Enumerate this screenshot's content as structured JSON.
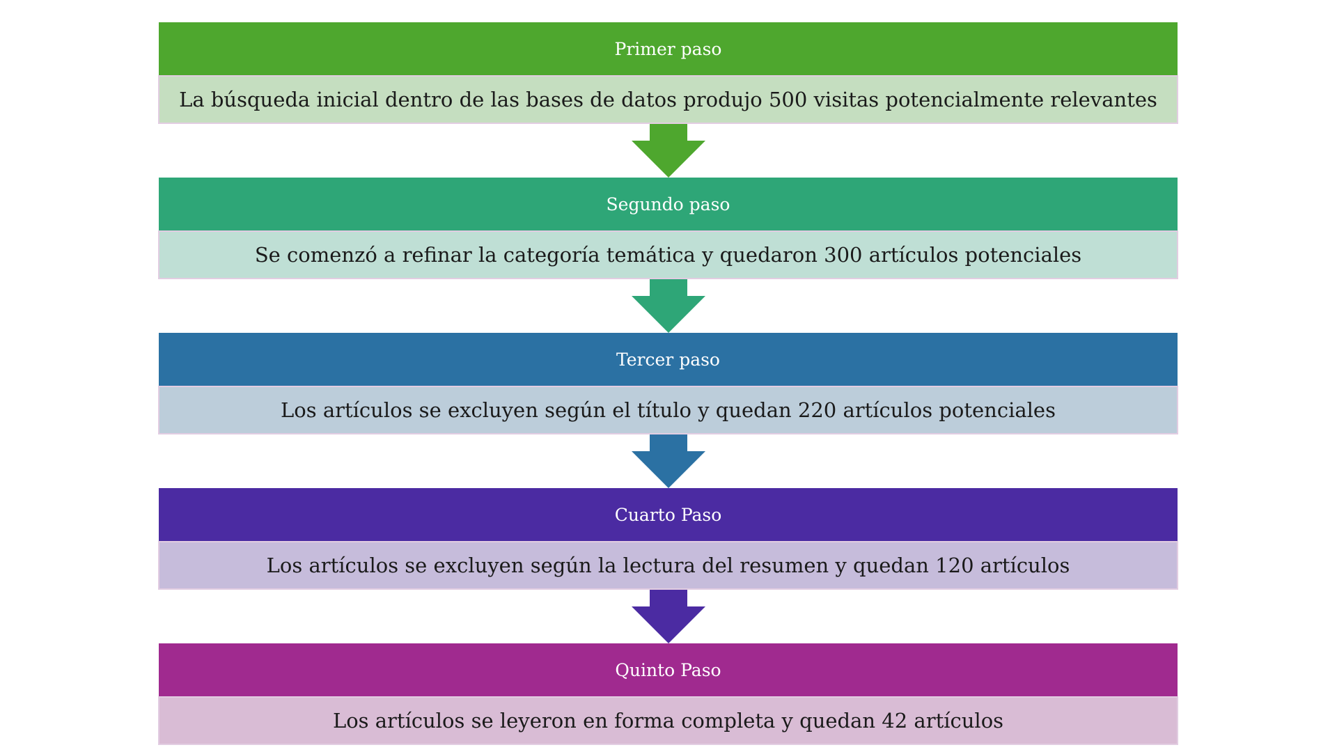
{
  "colors": {
    "step1": "#4ea72e",
    "step1_light": "#c5dec0",
    "step2": "#2ea677",
    "step2_light": "#bfdfd5",
    "step3": "#2b71a3",
    "step3_light": "#bccdda",
    "step4": "#4b2ba2",
    "step4_light": "#c6bcdb",
    "step5": "#a02a8f",
    "step5_light": "#d9bcd5"
  },
  "steps": [
    {
      "title": "Primer paso",
      "text": "La búsqueda inicial dentro de las bases de datos produjo 500 visitas potencialmente relevantes"
    },
    {
      "title": "Segundo paso",
      "text": "Se comenzó a refinar la categoría temática y quedaron 300 artículos potenciales"
    },
    {
      "title": "Tercer paso",
      "text": "Los artículos se excluyen según el título y quedan 220 artículos potenciales"
    },
    {
      "title": "Cuarto Paso",
      "text": "Los artículos se excluyen según la lectura del resumen y quedan 120 artículos"
    },
    {
      "title": "Quinto Paso",
      "text": "Los artículos se leyeron en forma completa y quedan 42 artículos"
    }
  ]
}
